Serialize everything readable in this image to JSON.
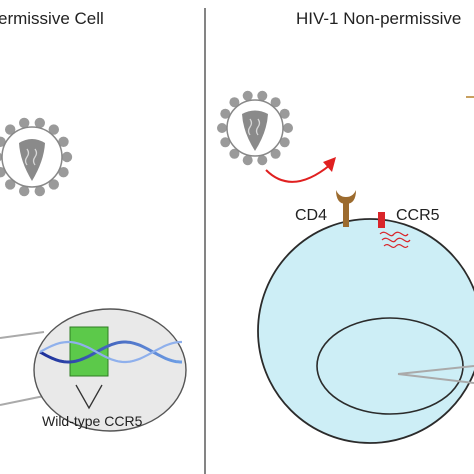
{
  "panels": {
    "left": {
      "title": "ermissive Cell"
    },
    "right": {
      "title": "HIV-1 Non-permissive"
    }
  },
  "labels": {
    "cd4": "CD4",
    "ccr5": "CCR5",
    "wild_type": "Wild-type CCR5"
  },
  "colors": {
    "cell_fill": "#cdeef6",
    "cell_stroke": "#2b2b2b",
    "virus_spike": "#9a9a9a",
    "virus_core": "#888888",
    "cd4_receptor": "#9c6b2e",
    "ccr5_receptor": "#d9252a",
    "deflect_arrow": "#e02020",
    "gene_box": "#5cc94a",
    "dna_strand": "#2a3fa8",
    "nucleus_zoom": "#e9e9e9"
  }
}
